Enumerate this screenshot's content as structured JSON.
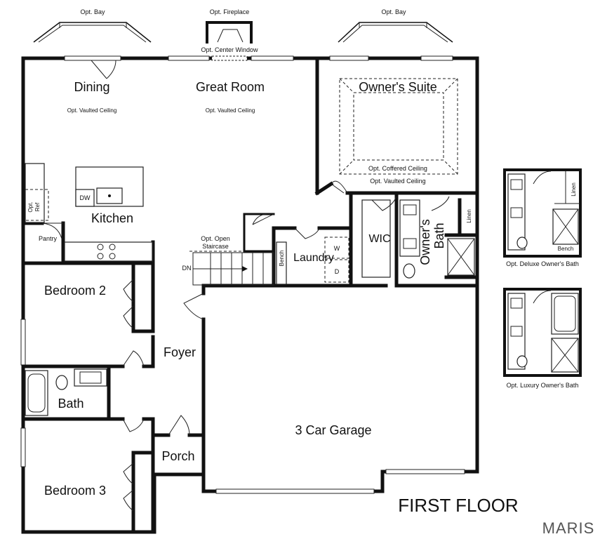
{
  "plan": {
    "title": "FIRST FLOOR",
    "watermark": "MARIS",
    "rooms": {
      "dining": "Dining",
      "great_room": "Great Room",
      "owners_suite": "Owner's Suite",
      "kitchen": "Kitchen",
      "pantry": "Pantry",
      "bedroom2": "Bedroom 2",
      "bedroom3": "Bedroom 3",
      "bath": "Bath",
      "foyer": "Foyer",
      "porch": "Porch",
      "laundry": "Laundry",
      "wic": "WIC",
      "owners_bath_1": "Owner's",
      "owners_bath_2": "Bath",
      "garage": "3 Car Garage"
    },
    "options": {
      "opt_bay_left": "Opt. Bay",
      "opt_fireplace": "Opt. Fireplace",
      "opt_bay_right": "Opt. Bay",
      "opt_center_window": "Opt. Center Window",
      "dining_vaulted": "Opt. Vaulted Ceiling",
      "great_vaulted": "Opt. Vaulted Ceiling",
      "coffered": "Opt. Coffered Ceiling",
      "suite_vaulted": "Opt. Vaulted Ceiling",
      "open_staircase_1": "Opt. Open",
      "open_staircase_2": "Staircase",
      "ref_1": "Opt.",
      "ref_2": "Ref",
      "deluxe_bath": "Opt. Deluxe Owner's Bath",
      "luxury_bath": "Opt. Luxury Owner's Bath"
    },
    "labels": {
      "dw": "DW",
      "dn": "DN",
      "bench": "Bench",
      "washer": "W",
      "dryer": "D",
      "linen": "Linen",
      "deluxe_linen": "Linen",
      "deluxe_bench": "Bench"
    }
  }
}
